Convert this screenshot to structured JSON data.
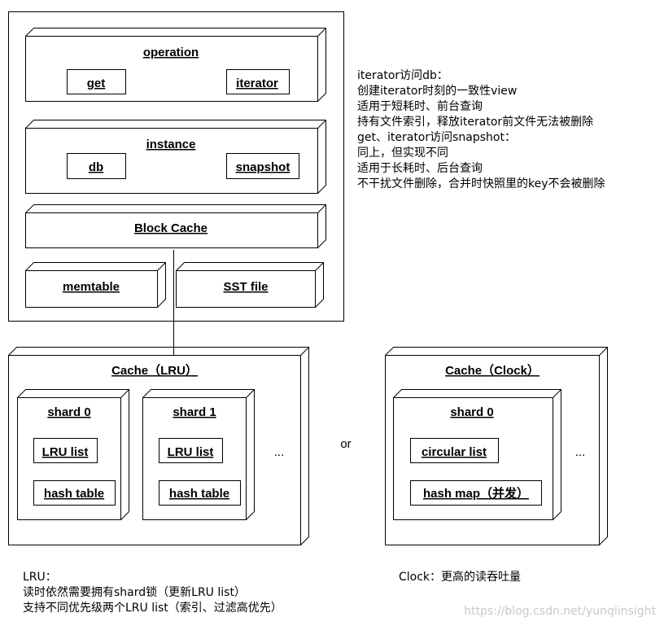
{
  "top": {
    "operation": {
      "title": "operation",
      "items": [
        "get",
        "iterator"
      ]
    },
    "instance": {
      "title": "instance",
      "items": [
        "db",
        "snapshot"
      ]
    },
    "block_cache": "Block Cache",
    "memtable": "memtable",
    "sst_file": "SST file"
  },
  "notes": [
    "iterator访问db：",
    "创建iterator时刻的一致性view",
    "适用于短耗时、前台查询",
    "持有文件索引，释放iterator前文件无法被删除",
    "get、iterator访问snapshot：",
    "同上，但实现不同",
    "适用于长耗时、后台查询",
    "不干扰文件删除，合并时快照里的key不会被删除"
  ],
  "lru_cache": {
    "title": "Cache（LRU）",
    "shards": [
      {
        "title": "shard 0",
        "list": "LRU list",
        "table": "hash table"
      },
      {
        "title": "shard 1",
        "list": "LRU list",
        "table": "hash table"
      }
    ],
    "ellipsis": "..."
  },
  "or_label": "or",
  "clock_cache": {
    "title": "Cache（Clock）",
    "shard": {
      "title": "shard 0",
      "list": "circular list",
      "table": "hash map（并发）"
    },
    "ellipsis": "..."
  },
  "lru_notes": [
    "LRU：",
    "读时依然需要拥有shard锁（更新LRU list）",
    "支持不同优先级两个LRU list（索引、过滤高优先）"
  ],
  "clock_note": "Clock：更高的读吞吐量",
  "watermark": "https://blog.csdn.net/yunqiinsight"
}
